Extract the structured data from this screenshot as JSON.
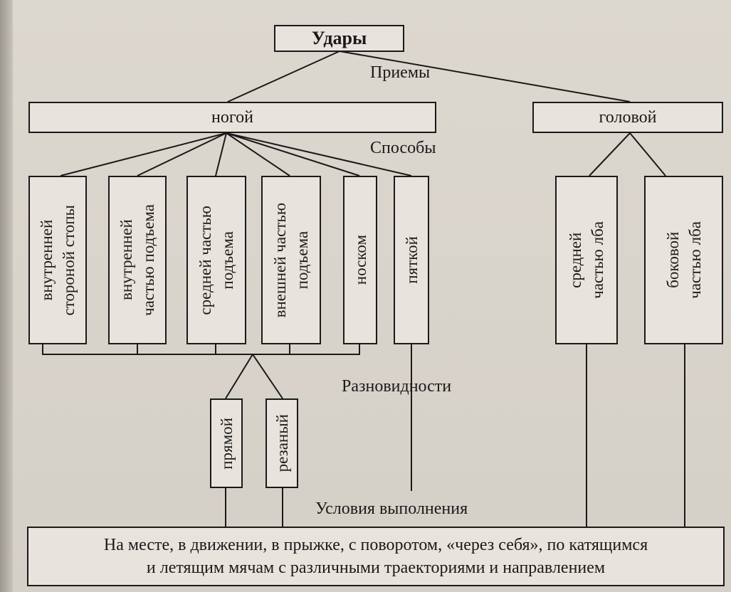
{
  "root": "Удары",
  "levels": {
    "techniques": "Приемы",
    "methods": "Способы",
    "variants": "Разновидности",
    "conditions": "Условия выполнения"
  },
  "techniques": {
    "foot": "ногой",
    "head": "головой"
  },
  "foot_methods": [
    "внутренней\nстороной стопы",
    "внутренней\nчастью подъема",
    "средней частью\nподъема",
    "внешней частью\nподъема",
    "носком",
    "пяткой"
  ],
  "head_methods": [
    "средней\nчастью лба",
    "боковой\nчастью лба"
  ],
  "variants": [
    "прямой",
    "резаный"
  ],
  "conditions_text": {
    "line1": "На месте, в движении, в прыжке, с поворотом, «через себя», по катящимся",
    "line2": "и летящим мячам с различными траекториями и направлением"
  }
}
